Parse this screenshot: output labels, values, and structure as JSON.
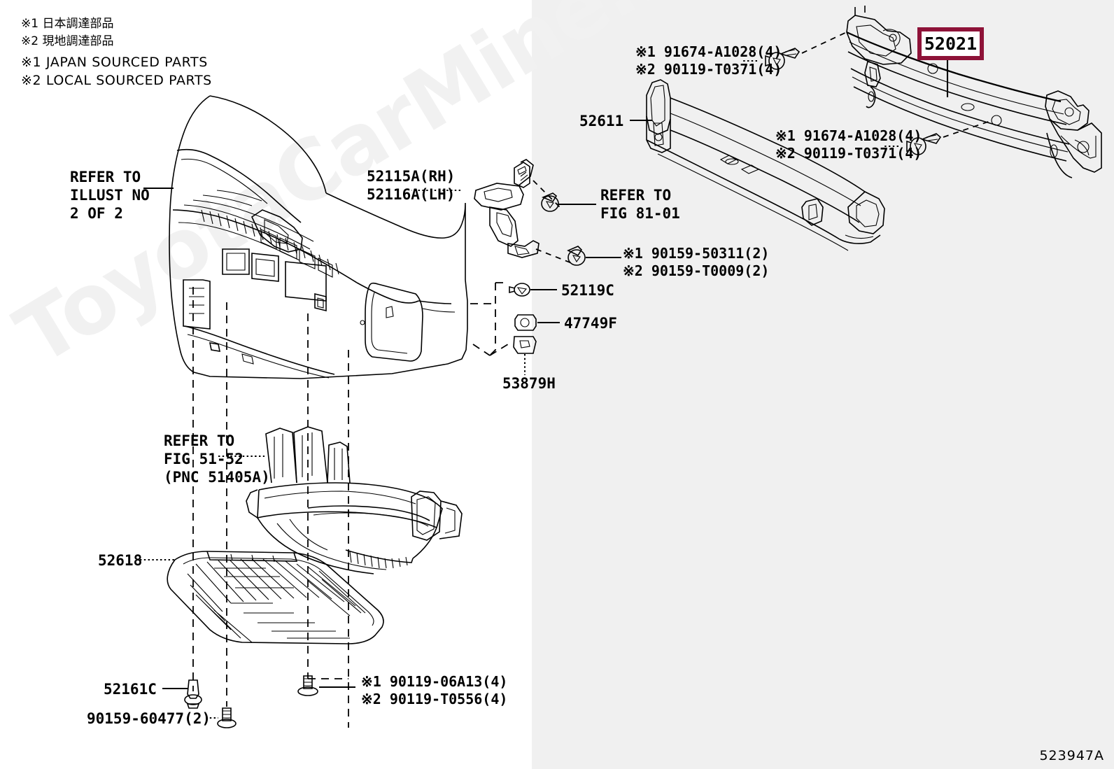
{
  "figure": {
    "code": "523947A",
    "watermark": "ToyotaCarMine.ru"
  },
  "legend": {
    "jp_line1": "※1 日本調達部品",
    "jp_line2": "※2 現地調達部品",
    "en_line1": "※1 JAPAN SOURCED PARTS",
    "en_line2": "※2 LOCAL SOURCED PARTS"
  },
  "highlight": {
    "part_number": "52021",
    "border_color": "#8e1238"
  },
  "callouts": [
    {
      "id": "refer-illust",
      "text": "REFER TO\nILLUST NO\n2 OF 2"
    },
    {
      "id": "bracket-rh-lh",
      "text": "52115A(RH)\n52116A(LH)"
    },
    {
      "id": "refer-fig-81-01",
      "text": "REFER TO\nFIG 81-01"
    },
    {
      "id": "screw-90159",
      "text": "※1 90159-50311(2)\n※2 90159-T0009(2)"
    },
    {
      "id": "clip-52119c",
      "text": "52119C"
    },
    {
      "id": "nut-47749f",
      "text": "47749F"
    },
    {
      "id": "clip-53879h",
      "text": "53879H"
    },
    {
      "id": "refer-fig-51-52",
      "text": "REFER TO\nFIG 51-52\n(PNC 51405A)"
    },
    {
      "id": "cover-52618",
      "text": "52618"
    },
    {
      "id": "clip-52161c",
      "text": "52161C"
    },
    {
      "id": "screw-90159-60477",
      "text": "90159-60477(2)"
    },
    {
      "id": "screw-90119-lower",
      "text": "※1 90119-06A13(4)\n※2 90119-T0556(4)"
    },
    {
      "id": "beam-52611",
      "text": "52611"
    },
    {
      "id": "bolt-91674-upper",
      "text": "※1 91674-A1028(4)\n※2 90119-T0371(4)"
    },
    {
      "id": "bolt-91674-lower",
      "text": "※1 91674-A1028(4)\n※2 90119-T0371(4)"
    }
  ]
}
